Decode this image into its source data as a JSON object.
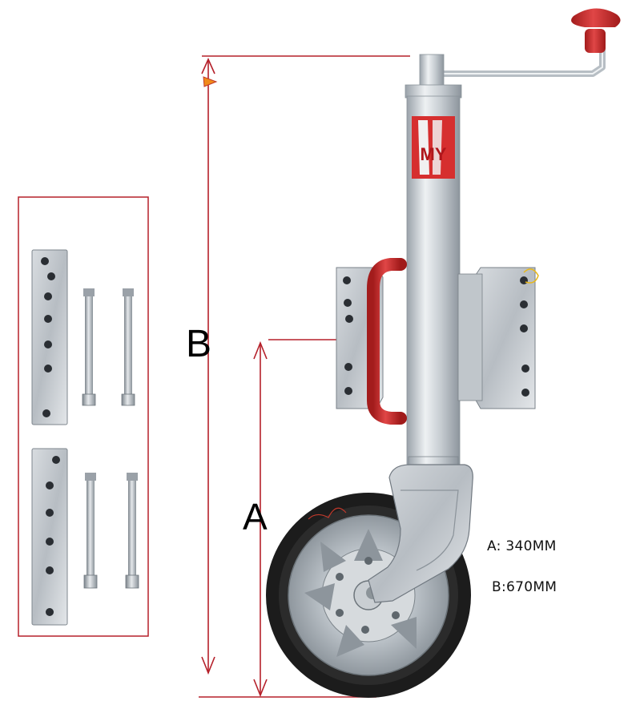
{
  "dimensions": {
    "label_a": "A",
    "label_b": "B",
    "spec_a": "A: 340MM",
    "spec_b": "B:670MM"
  },
  "product": {
    "decal_text": "MY"
  },
  "colors": {
    "dimension_line": "#b5202a",
    "handle_red": "#d62f2f",
    "steel": "#c9ced3",
    "tyre": "#1c1c1c"
  },
  "icons": [
    "jockey-wheel-photo",
    "mounting-plate-icon",
    "bolt-icon",
    "wheel-icon",
    "crank-handle-icon"
  ]
}
